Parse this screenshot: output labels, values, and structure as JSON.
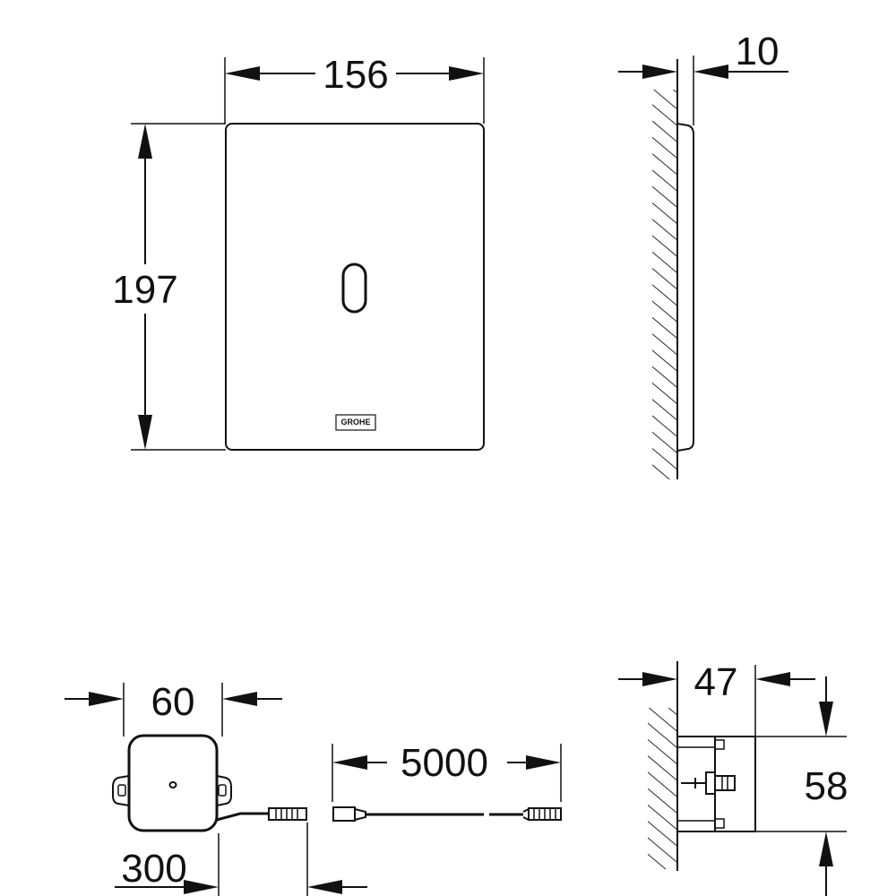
{
  "dimensions": {
    "plate_width": "156",
    "plate_height": "197",
    "plate_depth": "10",
    "box_width": "60",
    "cable_length": "5000",
    "short_cable": "300",
    "box_depth": "47",
    "box_height": "58"
  },
  "logo": {
    "brand": "GROHE"
  }
}
